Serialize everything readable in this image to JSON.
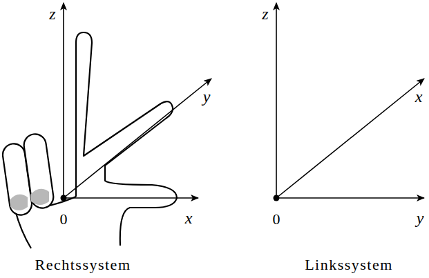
{
  "diagram": {
    "labels": [
      "z",
      "y",
      "x",
      "0",
      "Rechtssystem",
      "z",
      "x",
      "y",
      "0",
      "Linkssystem"
    ]
  }
}
